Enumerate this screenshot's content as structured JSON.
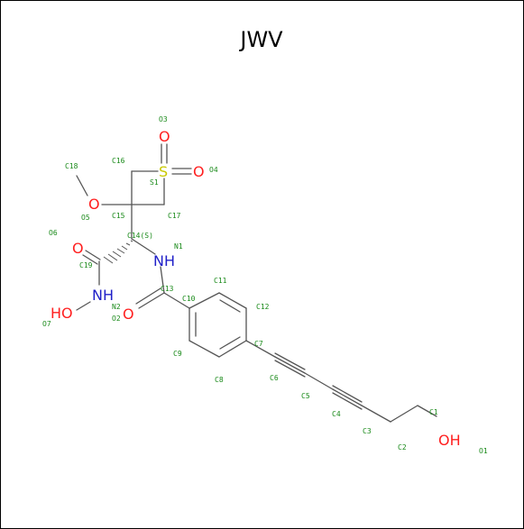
{
  "title": "JWV",
  "colors": {
    "bond": "#555555",
    "carbon_index": "#1a8a1a",
    "oxygen": "#ff2020",
    "nitrogen": "#2020c8",
    "sulfur": "#c8c800",
    "frame": "#000000"
  },
  "atom_labels": {
    "o_s1": "O",
    "o_s2": "O",
    "s1": "S",
    "o5": "O",
    "o6": "O",
    "n1": "NH",
    "o_amide": "O",
    "n2": "NH",
    "o7": "HO",
    "o1": "OH"
  },
  "index_labels": {
    "O3": "O3",
    "O4": "O4",
    "S1": "S1",
    "C16": "C16",
    "C17": "C17",
    "C18": "C18",
    "O5": "O5",
    "C15": "C15",
    "O6": "O6",
    "C14": "C14(S)",
    "N1": "N1",
    "C19": "C19",
    "C13": "C13",
    "C11": "C11",
    "C10": "C10",
    "C12": "C12",
    "N2": "N2",
    "O2": "O2",
    "O7": "O7",
    "C9": "C9",
    "C7": "C7",
    "C8": "C8",
    "C6": "C6",
    "C5": "C5",
    "C4": "C4",
    "C3": "C3",
    "C1": "C1",
    "C2": "C2",
    "O1": "O1"
  }
}
